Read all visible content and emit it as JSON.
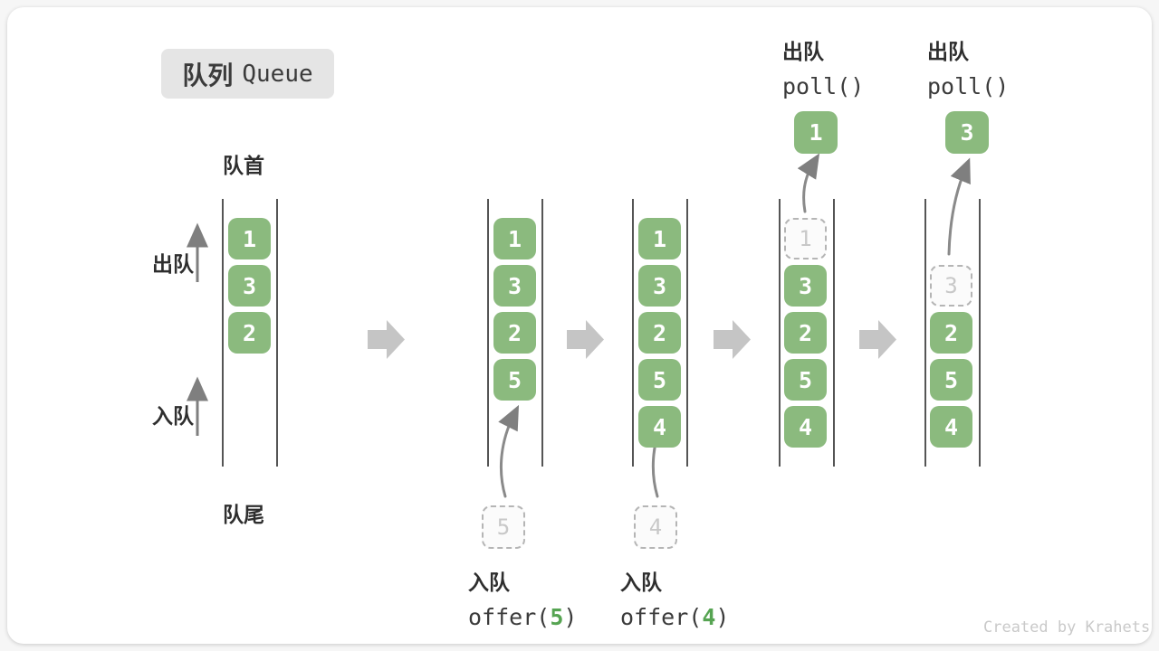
{
  "title": {
    "zh": "队列",
    "en": "Queue"
  },
  "labels": {
    "front": "队首",
    "rear": "队尾",
    "dequeue": "出队",
    "enqueue": "入队"
  },
  "colors": {
    "item_green": "#8bba7e",
    "code_green": "#56a452",
    "block_arrow_gray": "#c5c5c5",
    "badge_bg": "#e5e5e5",
    "wall_gray": "#555555",
    "dashed_gray": "#b5b5b5"
  },
  "states": [
    {
      "items": [
        "1",
        "3",
        "2"
      ]
    },
    {
      "items": [
        "1",
        "3",
        "2",
        "5"
      ],
      "pending": "5"
    },
    {
      "items": [
        "1",
        "3",
        "2",
        "5",
        "4"
      ],
      "pending": "4"
    },
    {
      "items": [
        "3",
        "2",
        "5",
        "4"
      ],
      "ghost": "1",
      "out": "1"
    },
    {
      "items": [
        "2",
        "5",
        "4"
      ],
      "ghost": "3",
      "out": "3"
    }
  ],
  "ops": {
    "dequeue1": {
      "zh": "出队",
      "code": "poll()"
    },
    "dequeue2": {
      "zh": "出队",
      "code": "poll()"
    },
    "enqueue1": {
      "zh": "入队",
      "pre": "offer(",
      "arg": "5",
      "post": ")"
    },
    "enqueue2": {
      "zh": "入队",
      "pre": "offer(",
      "arg": "4",
      "post": ")"
    }
  },
  "watermark": "Created by Krahets"
}
